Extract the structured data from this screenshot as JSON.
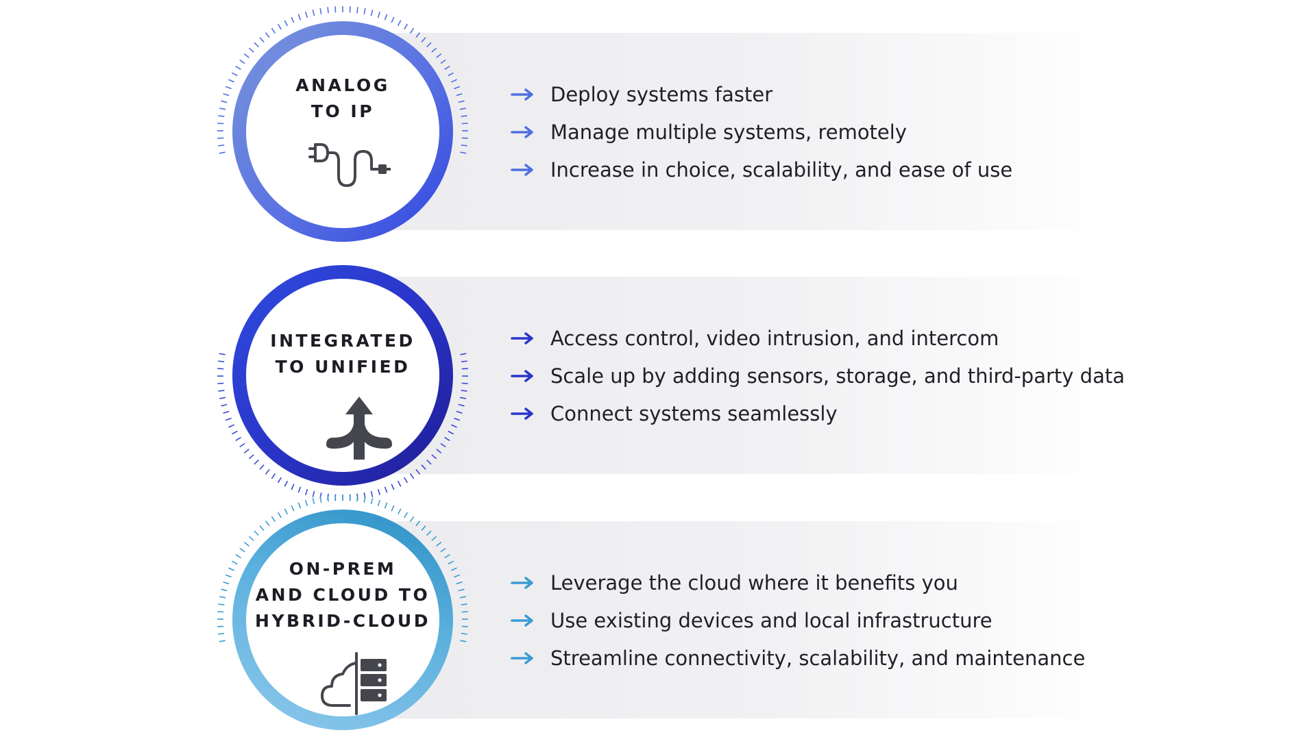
{
  "colors": {
    "band": "#ececef",
    "icon": "#45464d",
    "arrow_row1": "#4f6fe0",
    "arrow_row2": "#2a34c9",
    "arrow_row3": "#3b9bd2"
  },
  "rows": [
    {
      "title": "ANALOG\nTO IP",
      "icon": "plug-cable-icon",
      "bullets": [
        "Deploy systems faster",
        "Manage multiple systems, remotely",
        "Increase in choice, scalability, and ease of use"
      ]
    },
    {
      "title": "INTEGRATED\nTO UNIFIED",
      "icon": "merge-arrow-icon",
      "bullets": [
        "Access control, video intrusion, and intercom",
        "Scale up by adding sensors, storage, and third-party data",
        "Connect systems seamlessly"
      ]
    },
    {
      "title": "ON-PREM\nAND CLOUD TO\nHYBRID-CLOUD",
      "icon": "cloud-server-icon",
      "bullets": [
        "Leverage the cloud where it benefits you",
        "Use existing devices and local infrastructure",
        "Streamline connectivity, scalability, and maintenance"
      ]
    }
  ]
}
